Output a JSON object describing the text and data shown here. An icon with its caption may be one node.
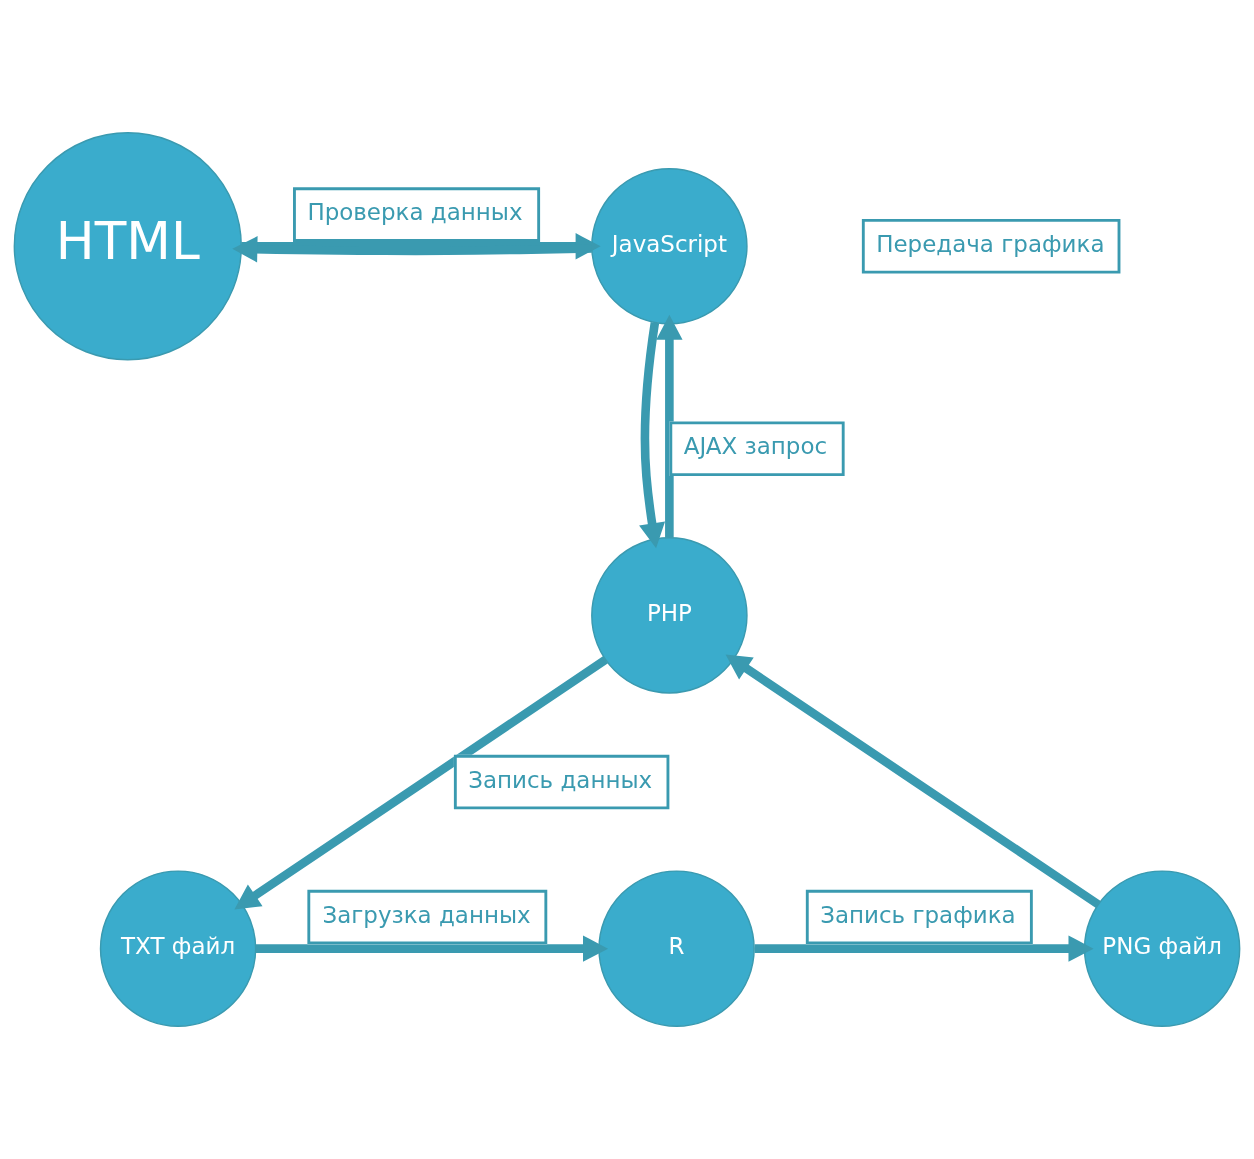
{
  "diagram": {
    "nodes": [
      {
        "text": [
          "HTML"
        ]
      },
      {
        "text": [
          "JavaScript"
        ]
      },
      {
        "text": [
          "PHP"
        ]
      },
      {
        "text": [
          "PNG файл"
        ]
      },
      {
        "text": [
          "R"
        ]
      },
      {
        "text": [
          "TXT файл"
        ]
      }
    ],
    "edges": [
      {
        "from": 0,
        "to": 1,
        "arrow": "to",
        "label": "Проверка данных"
      },
      {
        "from": 1,
        "to": 0,
        "arrow": "to"
      },
      {
        "from": 2,
        "to": 1,
        "arrow": "to",
        "label": "AJAX запрос"
      },
      {
        "from": 1,
        "to": 2,
        "arrow": "to"
      },
      {
        "from": 2,
        "to": 5,
        "arrow": "to",
        "label": "Запись данных"
      },
      {
        "from": 5,
        "to": 4,
        "arrow": "to",
        "label": "Загрузка данных"
      },
      {
        "from": 4,
        "to": 3,
        "arrow": "to",
        "label": "Запись графика"
      },
      {
        "from": 3,
        "to": 2,
        "arrow": "to"
      }
    ],
    "labels": [
      "Передача графика"
    ]
  }
}
